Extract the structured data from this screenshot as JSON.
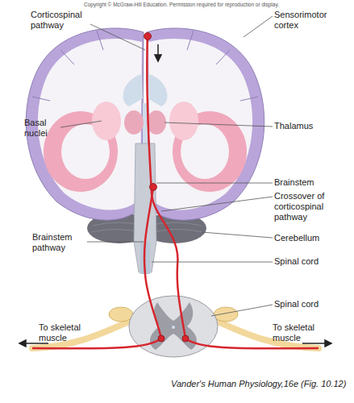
{
  "diagram": {
    "caption": "Vander's Human Physiology,16e (Fig. 10.12)",
    "labels": [
      "Copyright © McGraw-Hill Education. Permission required for reproduction or display.",
      "Corticospinal pathway",
      "Sensorimotor cortex",
      "Basal nuclei",
      "Thalamus",
      "Brainstem",
      "Crossover of corticospinal pathway",
      "Cerebellum",
      "Brainstem pathway",
      "Spinal cord",
      "Spinal cord",
      "To skeletal muscle",
      "To skeletal muscle"
    ]
  }
}
